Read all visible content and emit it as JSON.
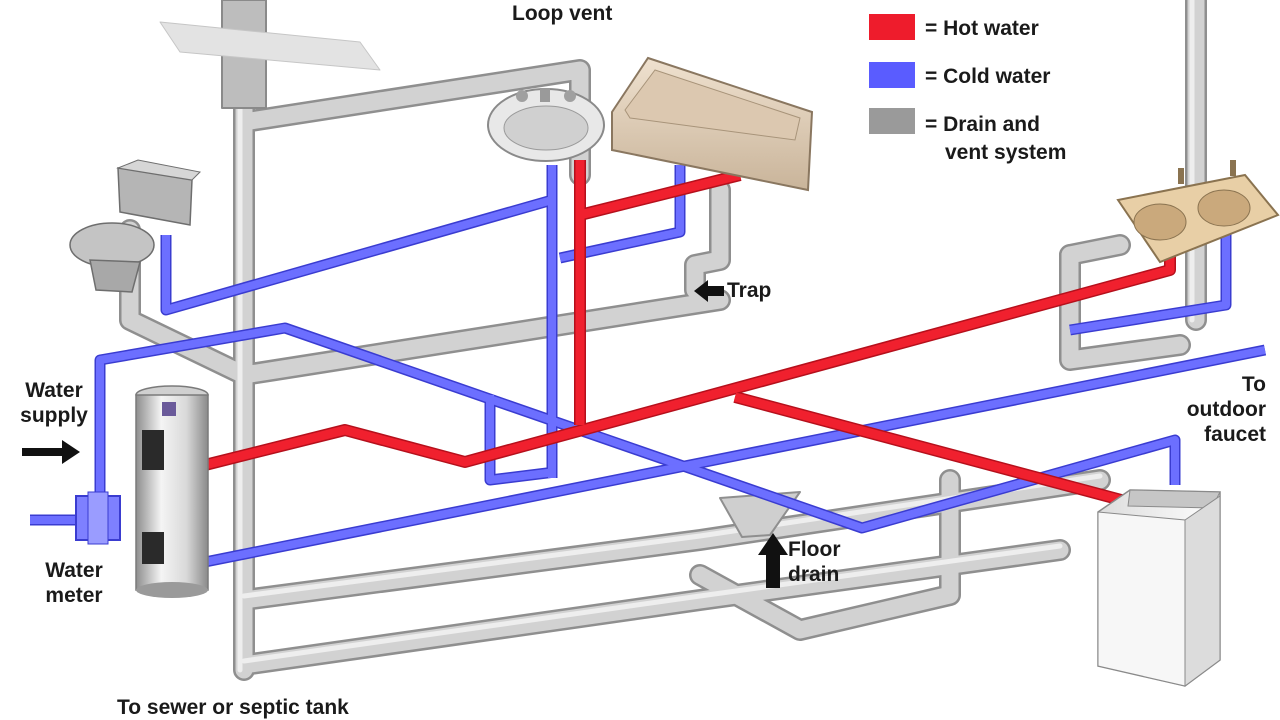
{
  "legend": {
    "items": [
      {
        "label": "= Hot water",
        "color": "#ee1c2c"
      },
      {
        "label": "= Cold water",
        "color": "#5a5cff"
      },
      {
        "label_lines": [
          "= Drain and",
          "vent system"
        ],
        "color": "#9a9a9a"
      }
    ]
  },
  "labels": {
    "loop_vent": "Loop vent",
    "trap": "Trap",
    "water_supply_lines": [
      "Water",
      "supply"
    ],
    "water_meter_lines": [
      "Water",
      "meter"
    ],
    "floor_drain_lines": [
      "Floor",
      "drain"
    ],
    "outdoor_faucet_lines": [
      "To",
      "outdoor",
      "faucet"
    ],
    "sewer": "To sewer or septic tank"
  },
  "colors": {
    "hot": "#ee1c2c",
    "cold": "#5a5cff",
    "drain": "#c8c8c8",
    "drain_edge": "#9a9a9a"
  }
}
